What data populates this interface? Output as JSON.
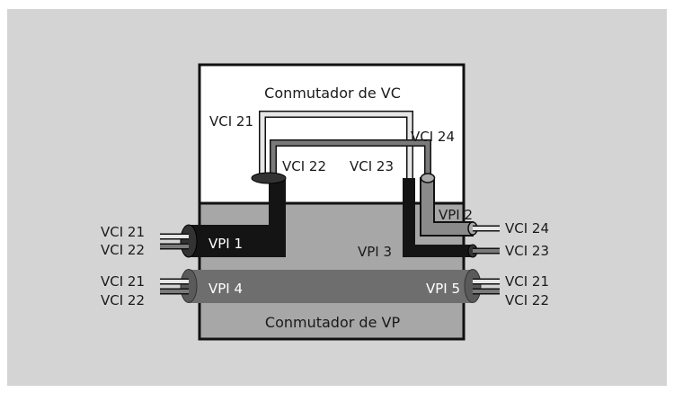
{
  "diagram": {
    "vc_switch_label": "Conmutador de VC",
    "vp_switch_label": "Conmutador de VP",
    "vc_switch": {
      "vci21": "VCI 21",
      "vci22": "VCI 22",
      "vci23": "VCI 23",
      "vci24": "VCI 24"
    },
    "left_top": {
      "vpi": "VPI 1",
      "vci_a": "VCI 21",
      "vci_b": "VCI 22"
    },
    "left_bottom": {
      "vpi": "VPI 4",
      "vci_a": "VCI 21",
      "vci_b": "VCI 22"
    },
    "right_top": {
      "vpi2": "VPI 2",
      "vpi3": "VPI 3",
      "vci_a": "VCI 24",
      "vci_b": "VCI 23"
    },
    "right_bottom": {
      "vpi": "VPI 5",
      "vci_a": "VCI 21",
      "vci_b": "VCI 22"
    },
    "colors": {
      "background": "#d4d4d4",
      "vc_switch_fill": "#ffffff",
      "vp_switch_fill": "#a7a7a7",
      "dark_pipe": "#141414",
      "gray_pipe": "#6e6e6e",
      "light_wire": "#e6e6e6"
    }
  }
}
